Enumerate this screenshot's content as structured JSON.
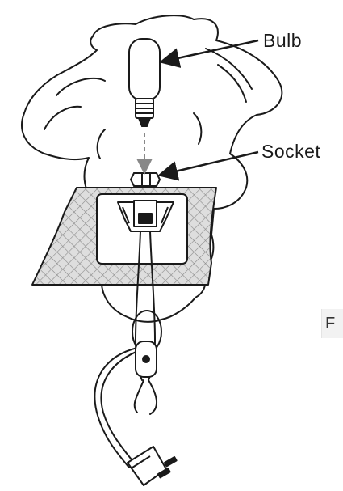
{
  "labels": {
    "bulb": "Bulb",
    "socket": "Socket",
    "edge_fragment": "F"
  },
  "colors": {
    "line": "#1a1a1a",
    "background": "#ffffff",
    "pad_fill": "#d8d8d8",
    "dashed_arrow": "#888888",
    "edge_tab": "#f2f2f2"
  }
}
